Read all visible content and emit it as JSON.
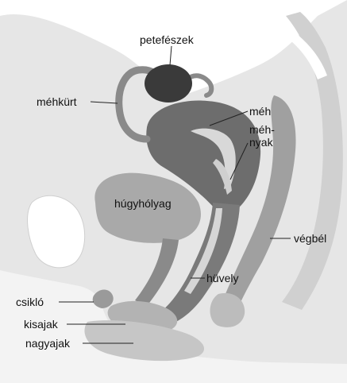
{
  "diagram": {
    "labels": {
      "petefeszek": "petefészek",
      "mehkurt": "méhkürt",
      "meh": "méh",
      "mehnyak_1": "méh-",
      "mehnyak_2": "nyak",
      "hugyholyag": "húgyhólyag",
      "vegbel": "végbél",
      "huvely": "hüvely",
      "csiklo": "csikló",
      "kisajak": "kisajak",
      "nagyajak": "nagyajak"
    },
    "colors": {
      "background": "#ffffff",
      "tissue_light": "#e2e2e2",
      "tissue_mid": "#b5b5b5",
      "tissue_dark": "#7d7d7d",
      "ovary": "#3a3a3a",
      "leader_line": "#222222"
    }
  }
}
